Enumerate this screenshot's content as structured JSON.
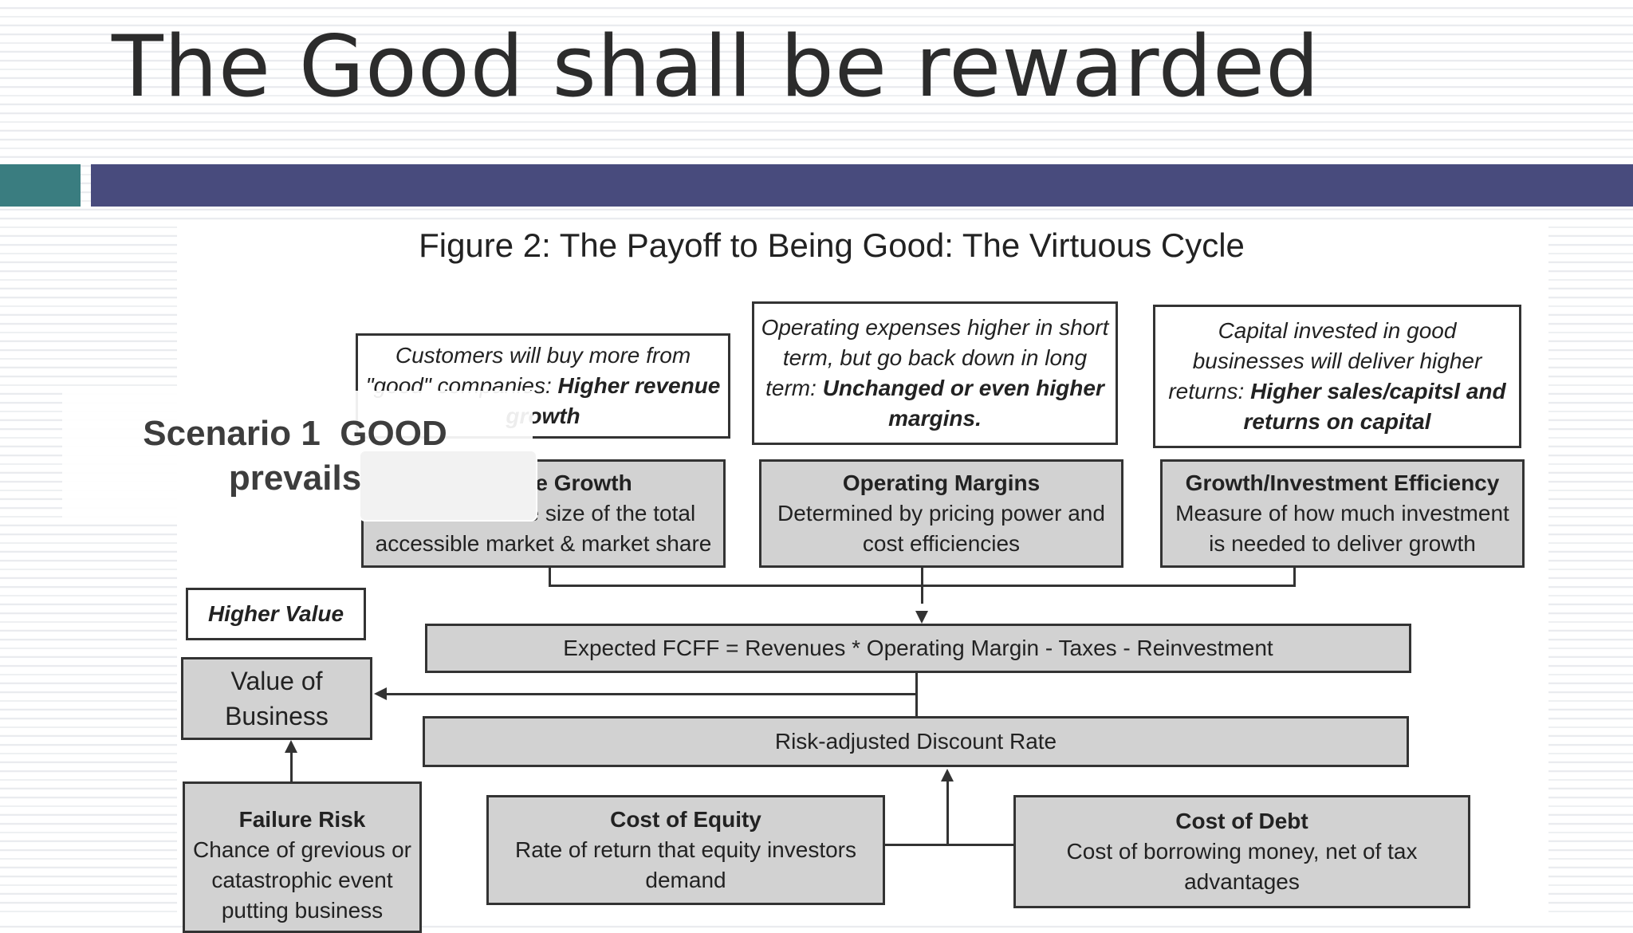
{
  "slide": {
    "title": "The Good shall be rewarded"
  },
  "figure": {
    "title": "Figure 2: The Payoff to Being Good: The Virtuous Cycle",
    "notes": {
      "customers": {
        "text": "Customers will buy more from \"good\" companies: ",
        "bold": "Higher revenue growth"
      },
      "opex": {
        "text": "Operating expenses higher in short term, but go back down in long term: ",
        "bold": "Unchanged or even higher margins."
      },
      "capital": {
        "text": "Capital invested in good businesses will deliver higher returns: ",
        "bold": "Higher sales/capitsl and returns on capital"
      },
      "higher_value": "Higher Value"
    },
    "drivers": {
      "revenue_growth": {
        "heading": "Revenue Growth",
        "desc": "Function of the size of the total accessible market & market share"
      },
      "operating_margins": {
        "heading": "Operating Margins",
        "desc": "Determined by pricing power and cost efficiencies"
      },
      "growth_efficiency": {
        "heading": "Growth/Investment Efficiency",
        "desc": "Measure of how much investment is needed to deliver growth"
      }
    },
    "fcff": "Expected FCFF = Revenues * Operating Margin - Taxes - Reinvestment",
    "discount_rate": "Risk-adjusted Discount Rate",
    "value_of_business": "Value of Business",
    "failure_risk": {
      "heading": "Failure Risk",
      "desc": "Chance of grevious or catastrophic event putting business"
    },
    "cost_of_equity": {
      "heading": "Cost of Equity",
      "desc": "Rate of return that equity investors demand"
    },
    "cost_of_debt": {
      "heading": "Cost of Debt",
      "desc": "Cost of borrowing money, net of tax advantages"
    }
  },
  "overlay": {
    "scenario_label": "Scenario 1  GOOD\nprevails"
  },
  "colors": {
    "navy_bar": "#484b7d",
    "teal_bar": "#3a7d80",
    "box_fill": "#d2d2d2"
  }
}
